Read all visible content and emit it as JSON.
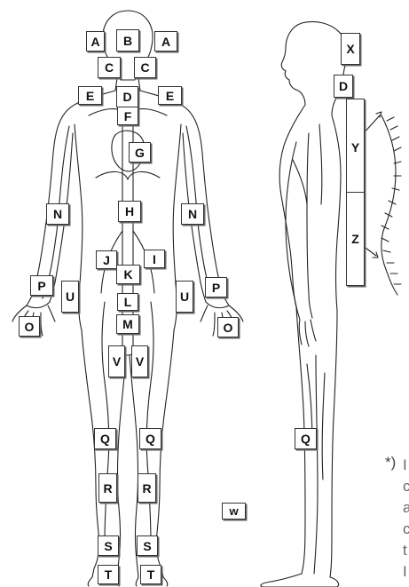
{
  "labels": {
    "A": "A",
    "B": "B",
    "C": "C",
    "D": "D",
    "E": "E",
    "F": "F",
    "G": "G",
    "H": "H",
    "I": "I",
    "J": "J",
    "K": "K",
    "L": "L",
    "M": "M",
    "N": "N",
    "O": "O",
    "P": "P",
    "Q": "Q",
    "R": "R",
    "S": "S",
    "T": "T",
    "U": "U",
    "V": "V",
    "W": "w",
    "X": "X",
    "Y": "Y",
    "Z": "Z"
  },
  "footnote": {
    "marker": "*)",
    "fragments": [
      "I",
      "c",
      "a",
      "c",
      "t",
      "I"
    ]
  },
  "colors": {
    "line": "#222222",
    "box_border": "#333333",
    "footnote": "#666666"
  }
}
